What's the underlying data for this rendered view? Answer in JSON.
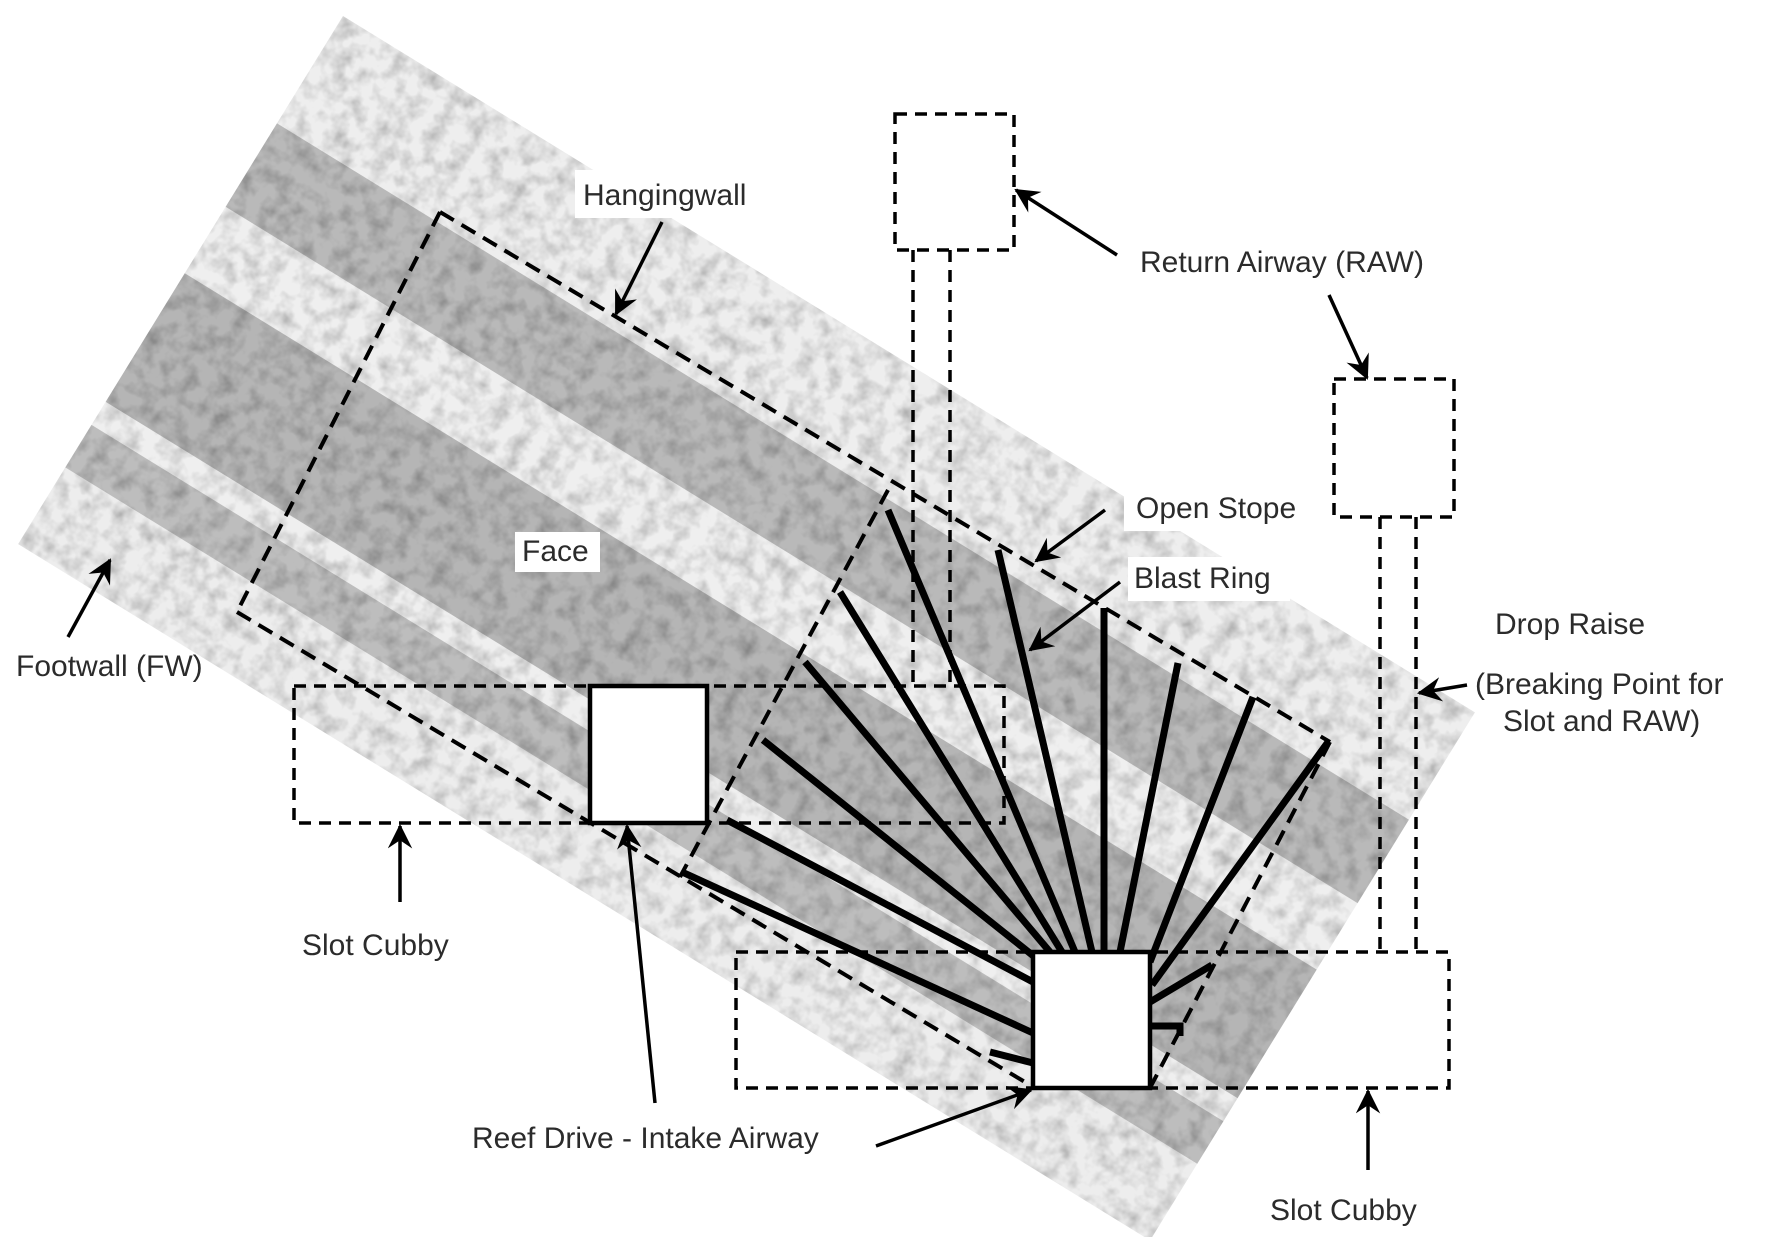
{
  "figure": {
    "title": "Open stope mining layout with blast ring, slot cubbies and airways",
    "colors": {
      "light_stratum": "#eeeeee",
      "dark_stratum": "#b9b9b9",
      "line": "#000000",
      "label_text": "#2b2b2b",
      "background": "#ffffff"
    },
    "strata_sequence": [
      "light",
      "dark",
      "light",
      "dark",
      "light",
      "dark",
      "light"
    ]
  },
  "labels": {
    "hangingwall": "Hangingwall",
    "face": "Face",
    "footwall": "Footwall (FW)",
    "return_airway": "Return Airway (RAW)",
    "open_stope": "Open Stope",
    "blast_ring": "Blast Ring",
    "drop_raise": "Drop Raise",
    "drop_raise_note_line1": "(Breaking Point for",
    "drop_raise_note_line2": "Slot and RAW)",
    "slot_cubby_left": "Slot Cubby",
    "slot_cubby_right": "Slot Cubby",
    "reef_drive": "Reef Drive - Intake Airway"
  },
  "blast_ring": {
    "hole_count": 12
  }
}
